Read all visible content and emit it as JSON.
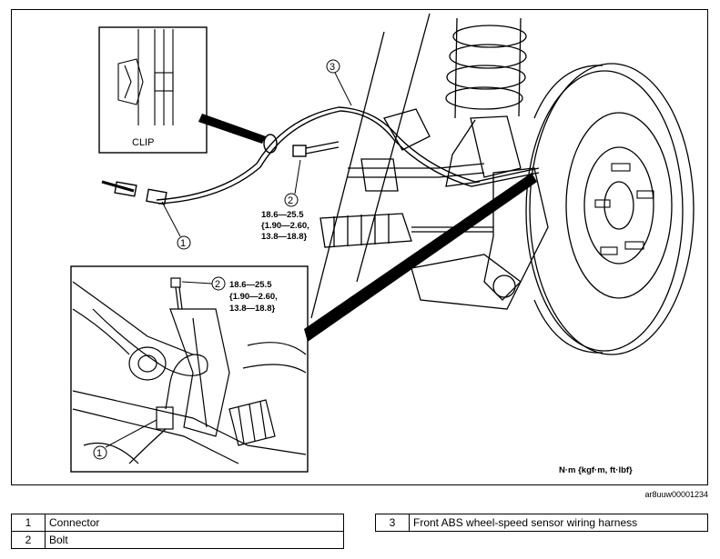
{
  "callouts": {
    "c1": "1",
    "c2": "2",
    "c3": "3"
  },
  "clip_label": "CLIP",
  "torque_main": {
    "line1": "18.6—25.5",
    "line2": "{1.90—2.60,",
    "line3": "13.8—18.8}"
  },
  "torque_inset": {
    "line1": "18.6—25.5",
    "line2": "{1.90—2.60,",
    "line3": "13.8—18.8}"
  },
  "units": "N·m {kgf·m, ft·lbf}",
  "figure_code": "ar8uuw00001234",
  "legend_left": [
    {
      "num": "1",
      "label": "Connector"
    },
    {
      "num": "2",
      "label": "Bolt"
    }
  ],
  "legend_right": [
    {
      "num": "3",
      "label": "Front ABS wheel-speed sensor wiring harness"
    }
  ]
}
